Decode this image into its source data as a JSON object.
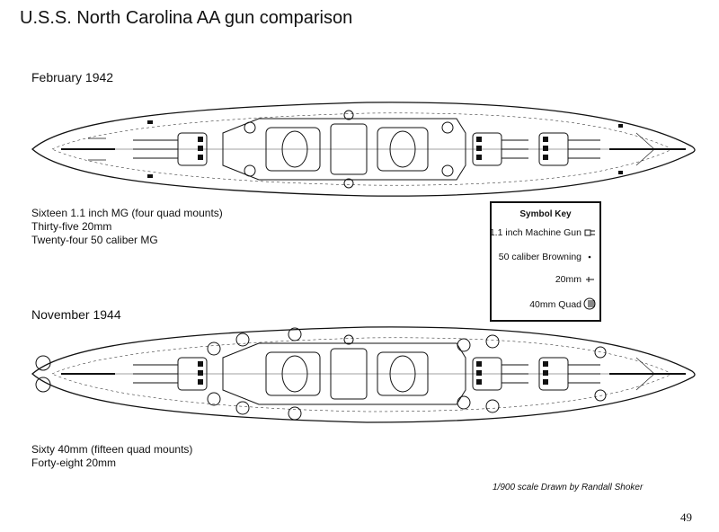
{
  "title": "U.S.S. North Carolina AA gun comparison",
  "sections": [
    {
      "heading": "February 1942",
      "caption": [
        "Sixteen 1.1 inch MG (four quad mounts)",
        "Thirty-five  20mm",
        "Twenty-four  50 caliber MG"
      ]
    },
    {
      "heading": "November 1944",
      "caption": [
        "Sixty 40mm  (fifteen quad mounts)",
        "Forty-eight  20mm"
      ]
    }
  ],
  "symbol_key": {
    "title": "Symbol Key",
    "items": [
      {
        "label": "1.1 inch Machine Gun",
        "icon": "machine-gun-icon"
      },
      {
        "label": "50 caliber Browning",
        "icon": "browning-icon"
      },
      {
        "label": "20mm",
        "icon": "20mm-icon"
      },
      {
        "label": "40mm Quad",
        "icon": "40mm-quad-icon"
      }
    ]
  },
  "credit": "1/900 scale  Drawn by Randall Shoker",
  "page_number": "49",
  "colors": {
    "ink": "#111111",
    "paper": "#ffffff"
  }
}
